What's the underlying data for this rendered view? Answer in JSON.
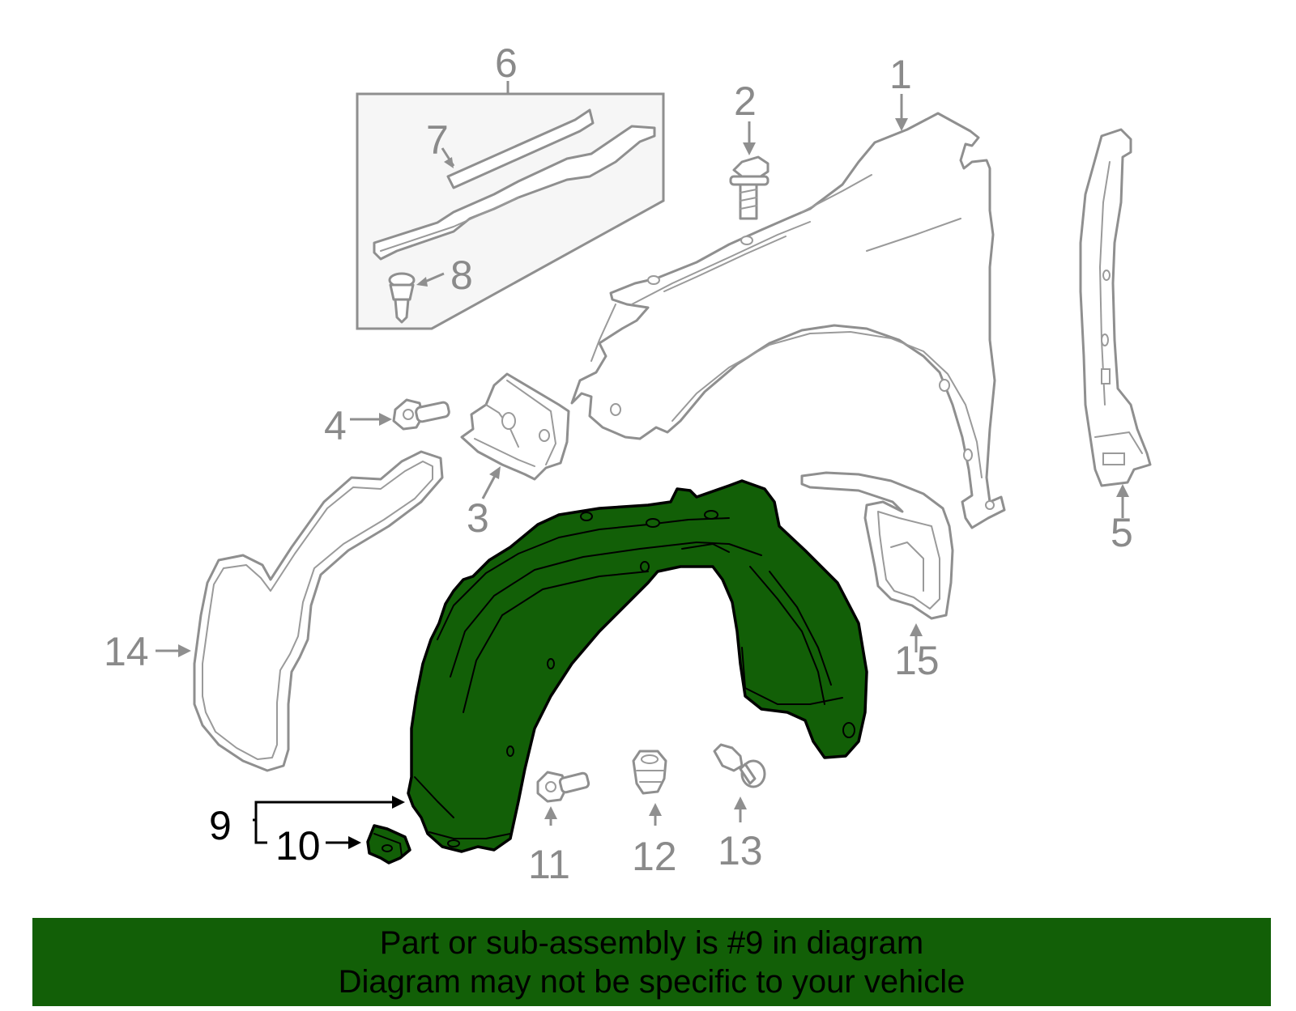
{
  "colors": {
    "highlight": "#125f07",
    "outline": "#8f8f8f",
    "banner": "#125f07",
    "highlight_text": "#000000"
  },
  "callouts": {
    "c1": "1",
    "c2": "2",
    "c3": "3",
    "c4": "4",
    "c5": "5",
    "c6": "6",
    "c7": "7",
    "c8": "8",
    "c9": "9",
    "c10": "10",
    "c11": "11",
    "c12": "12",
    "c13": "13",
    "c14": "14",
    "c15": "15"
  },
  "highlighted_part": "9",
  "banner": {
    "line1": "Part or sub-assembly is #9 in diagram",
    "line2": "Diagram may not be specific to your vehicle"
  }
}
